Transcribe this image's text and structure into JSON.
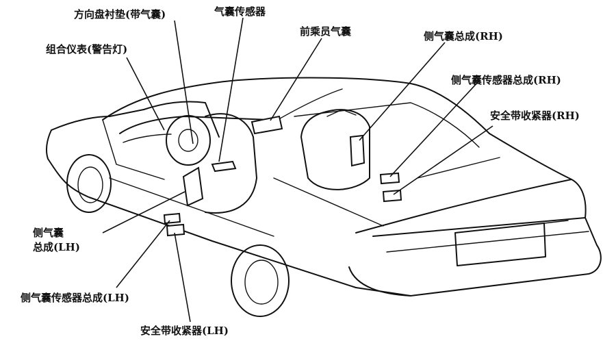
{
  "labels": {
    "steering_pad": "方向盘衬垫(带气囊)",
    "airbag_sensor": "气囊传感器",
    "passenger_airbag": "前乘员气囊",
    "side_airbag_rh": "侧气囊总成(RH)",
    "combo_meter": "组合仪表(警告灯)",
    "side_sensor_rh": "侧气囊传感器总成(RH)",
    "retractor_rh": "安全带收紧器(RH)",
    "side_airbag_lh_line1": "侧气囊",
    "side_airbag_lh_line2": "总成(LH)",
    "side_sensor_lh": "侧气囊传感器总成(LH)",
    "retractor_lh": "安全带收紧器(LH)"
  }
}
